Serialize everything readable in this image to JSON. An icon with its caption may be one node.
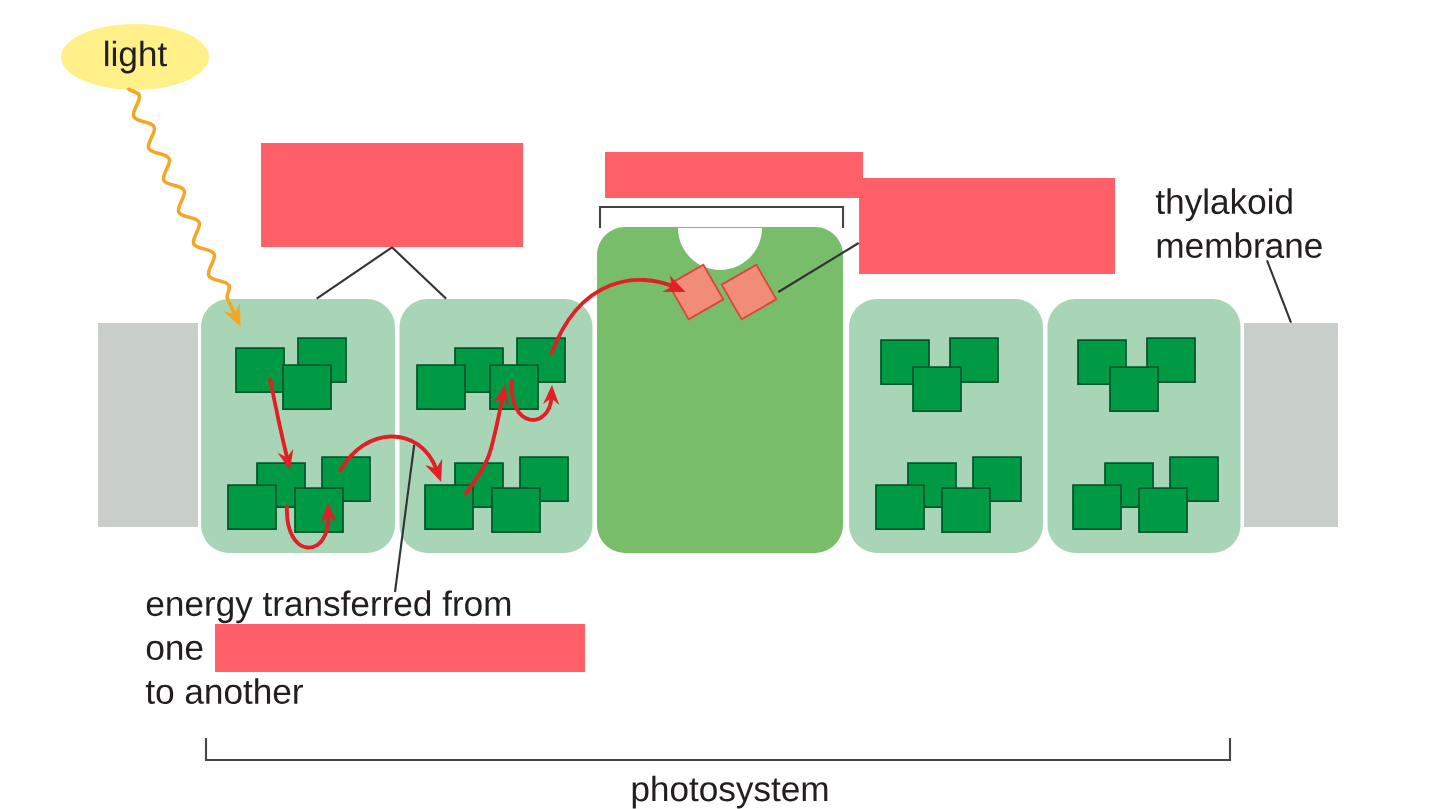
{
  "diagram": {
    "nodes": [
      {
        "text": [
          "light"
        ]
      },
      {
        "text": [],
        "shape": "box"
      },
      {
        "text": [],
        "shape": "box"
      },
      {
        "text": [],
        "shape": "box"
      },
      {
        "text": [],
        "shape": "box",
        "in": 3
      },
      {
        "text": [],
        "shape": "box"
      },
      {
        "text": [],
        "shape": "box"
      },
      {
        "text": [],
        "shape": "bar"
      },
      {
        "text": [],
        "shape": "bar"
      },
      {
        "text": [],
        "shape": "box"
      },
      {
        "text": [],
        "shape": "box"
      },
      {
        "text": [],
        "shape": "box"
      },
      {
        "text": [
          "thylakoid membrane"
        ]
      },
      {
        "text": [
          "energy transferred from",
          "one",
          "to another"
        ]
      },
      {
        "text": [],
        "shape": "box"
      }
    ],
    "edges": [
      {
        "from": 0,
        "to": 1,
        "arrow": "to",
        "color": "#f5a623"
      },
      {
        "from": 9,
        "to": 1,
        "arrow": "none"
      },
      {
        "from": 9,
        "to": 2,
        "arrow": "none"
      },
      {
        "from": 11,
        "to": 4,
        "arrow": "none"
      },
      {
        "from": 12,
        "to": 8,
        "arrow": "none"
      },
      {
        "from": 13,
        "to": 2,
        "arrow": "none"
      },
      {
        "from": 2,
        "to": 4,
        "arrow": "to",
        "color": "#e31e24"
      },
      {
        "from": 1,
        "to": 2,
        "arrow": "to",
        "color": "#e31e24"
      }
    ],
    "labels": [
      "photosystem"
    ]
  }
}
